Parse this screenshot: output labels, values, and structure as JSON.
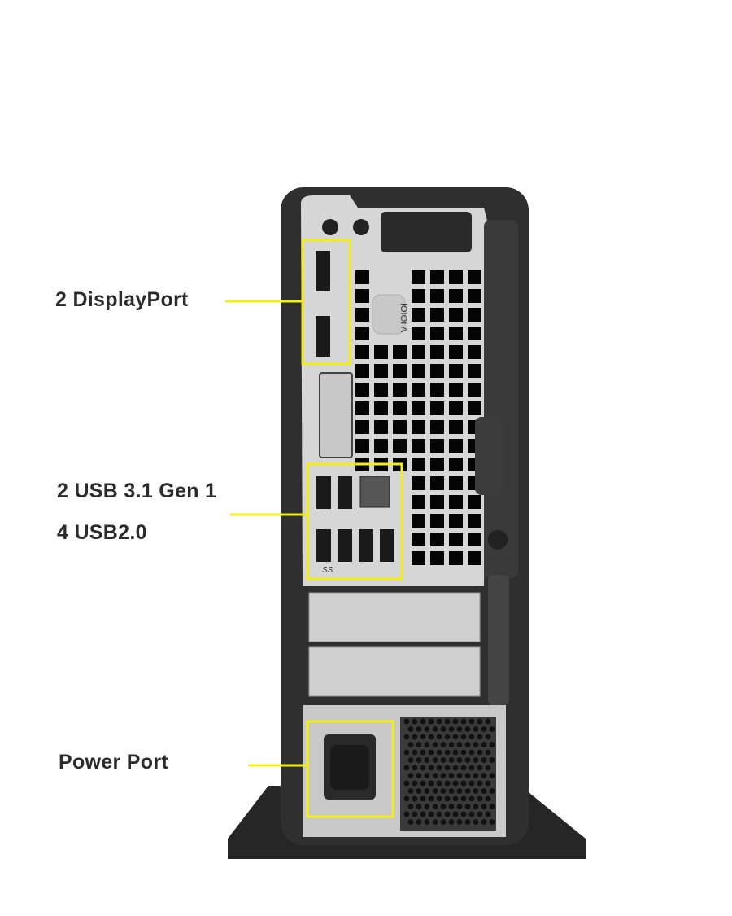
{
  "labels": {
    "displayport": "2 DisplayPort",
    "usb31": "2 USB 3.1 Gen 1",
    "usb20": "4 USB2.0",
    "power": "Power Port"
  },
  "port_markings": {
    "serial": "IOIOI A",
    "superspeed": "SS"
  },
  "colors": {
    "highlight": "#f2ee1c",
    "chassis": "#2e2e2e",
    "panel": "#d4d4d4"
  }
}
